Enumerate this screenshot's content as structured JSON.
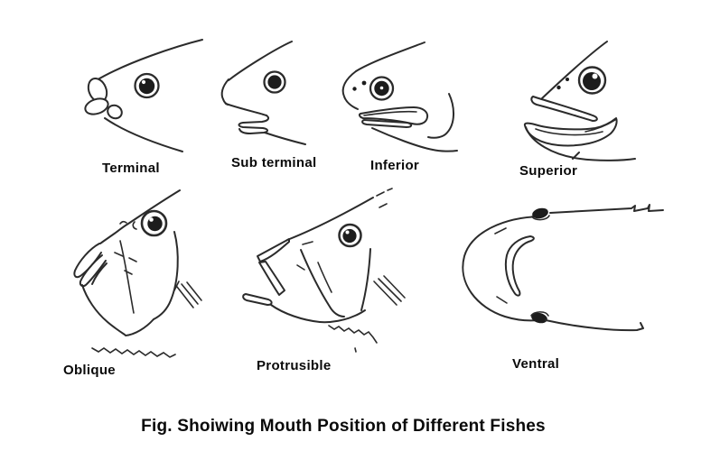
{
  "caption": "Fig. Shoiwing Mouth Position of Different Fishes",
  "labels": {
    "terminal": "Terminal",
    "sub_terminal": "Sub terminal",
    "inferior": "Inferior",
    "superior": "Superior",
    "oblique": "Oblique",
    "protrusible": "Protrusible",
    "ventral": "Ventral"
  },
  "drawings": [
    {
      "icon": "terminal-fish-head-drawing",
      "label_key": "terminal"
    },
    {
      "icon": "subterminal-fish-head-drawing",
      "label_key": "sub_terminal"
    },
    {
      "icon": "inferior-fish-head-drawing",
      "label_key": "inferior"
    },
    {
      "icon": "superior-fish-head-drawing",
      "label_key": "superior"
    },
    {
      "icon": "oblique-fish-head-drawing",
      "label_key": "oblique"
    },
    {
      "icon": "protrusible-fish-head-drawing",
      "label_key": "protrusible"
    },
    {
      "icon": "ventral-fish-head-drawing",
      "label_key": "ventral"
    }
  ],
  "colors": {
    "ink": "#2b2b2b",
    "text": "#0a0a0a",
    "background": "#ffffff"
  }
}
